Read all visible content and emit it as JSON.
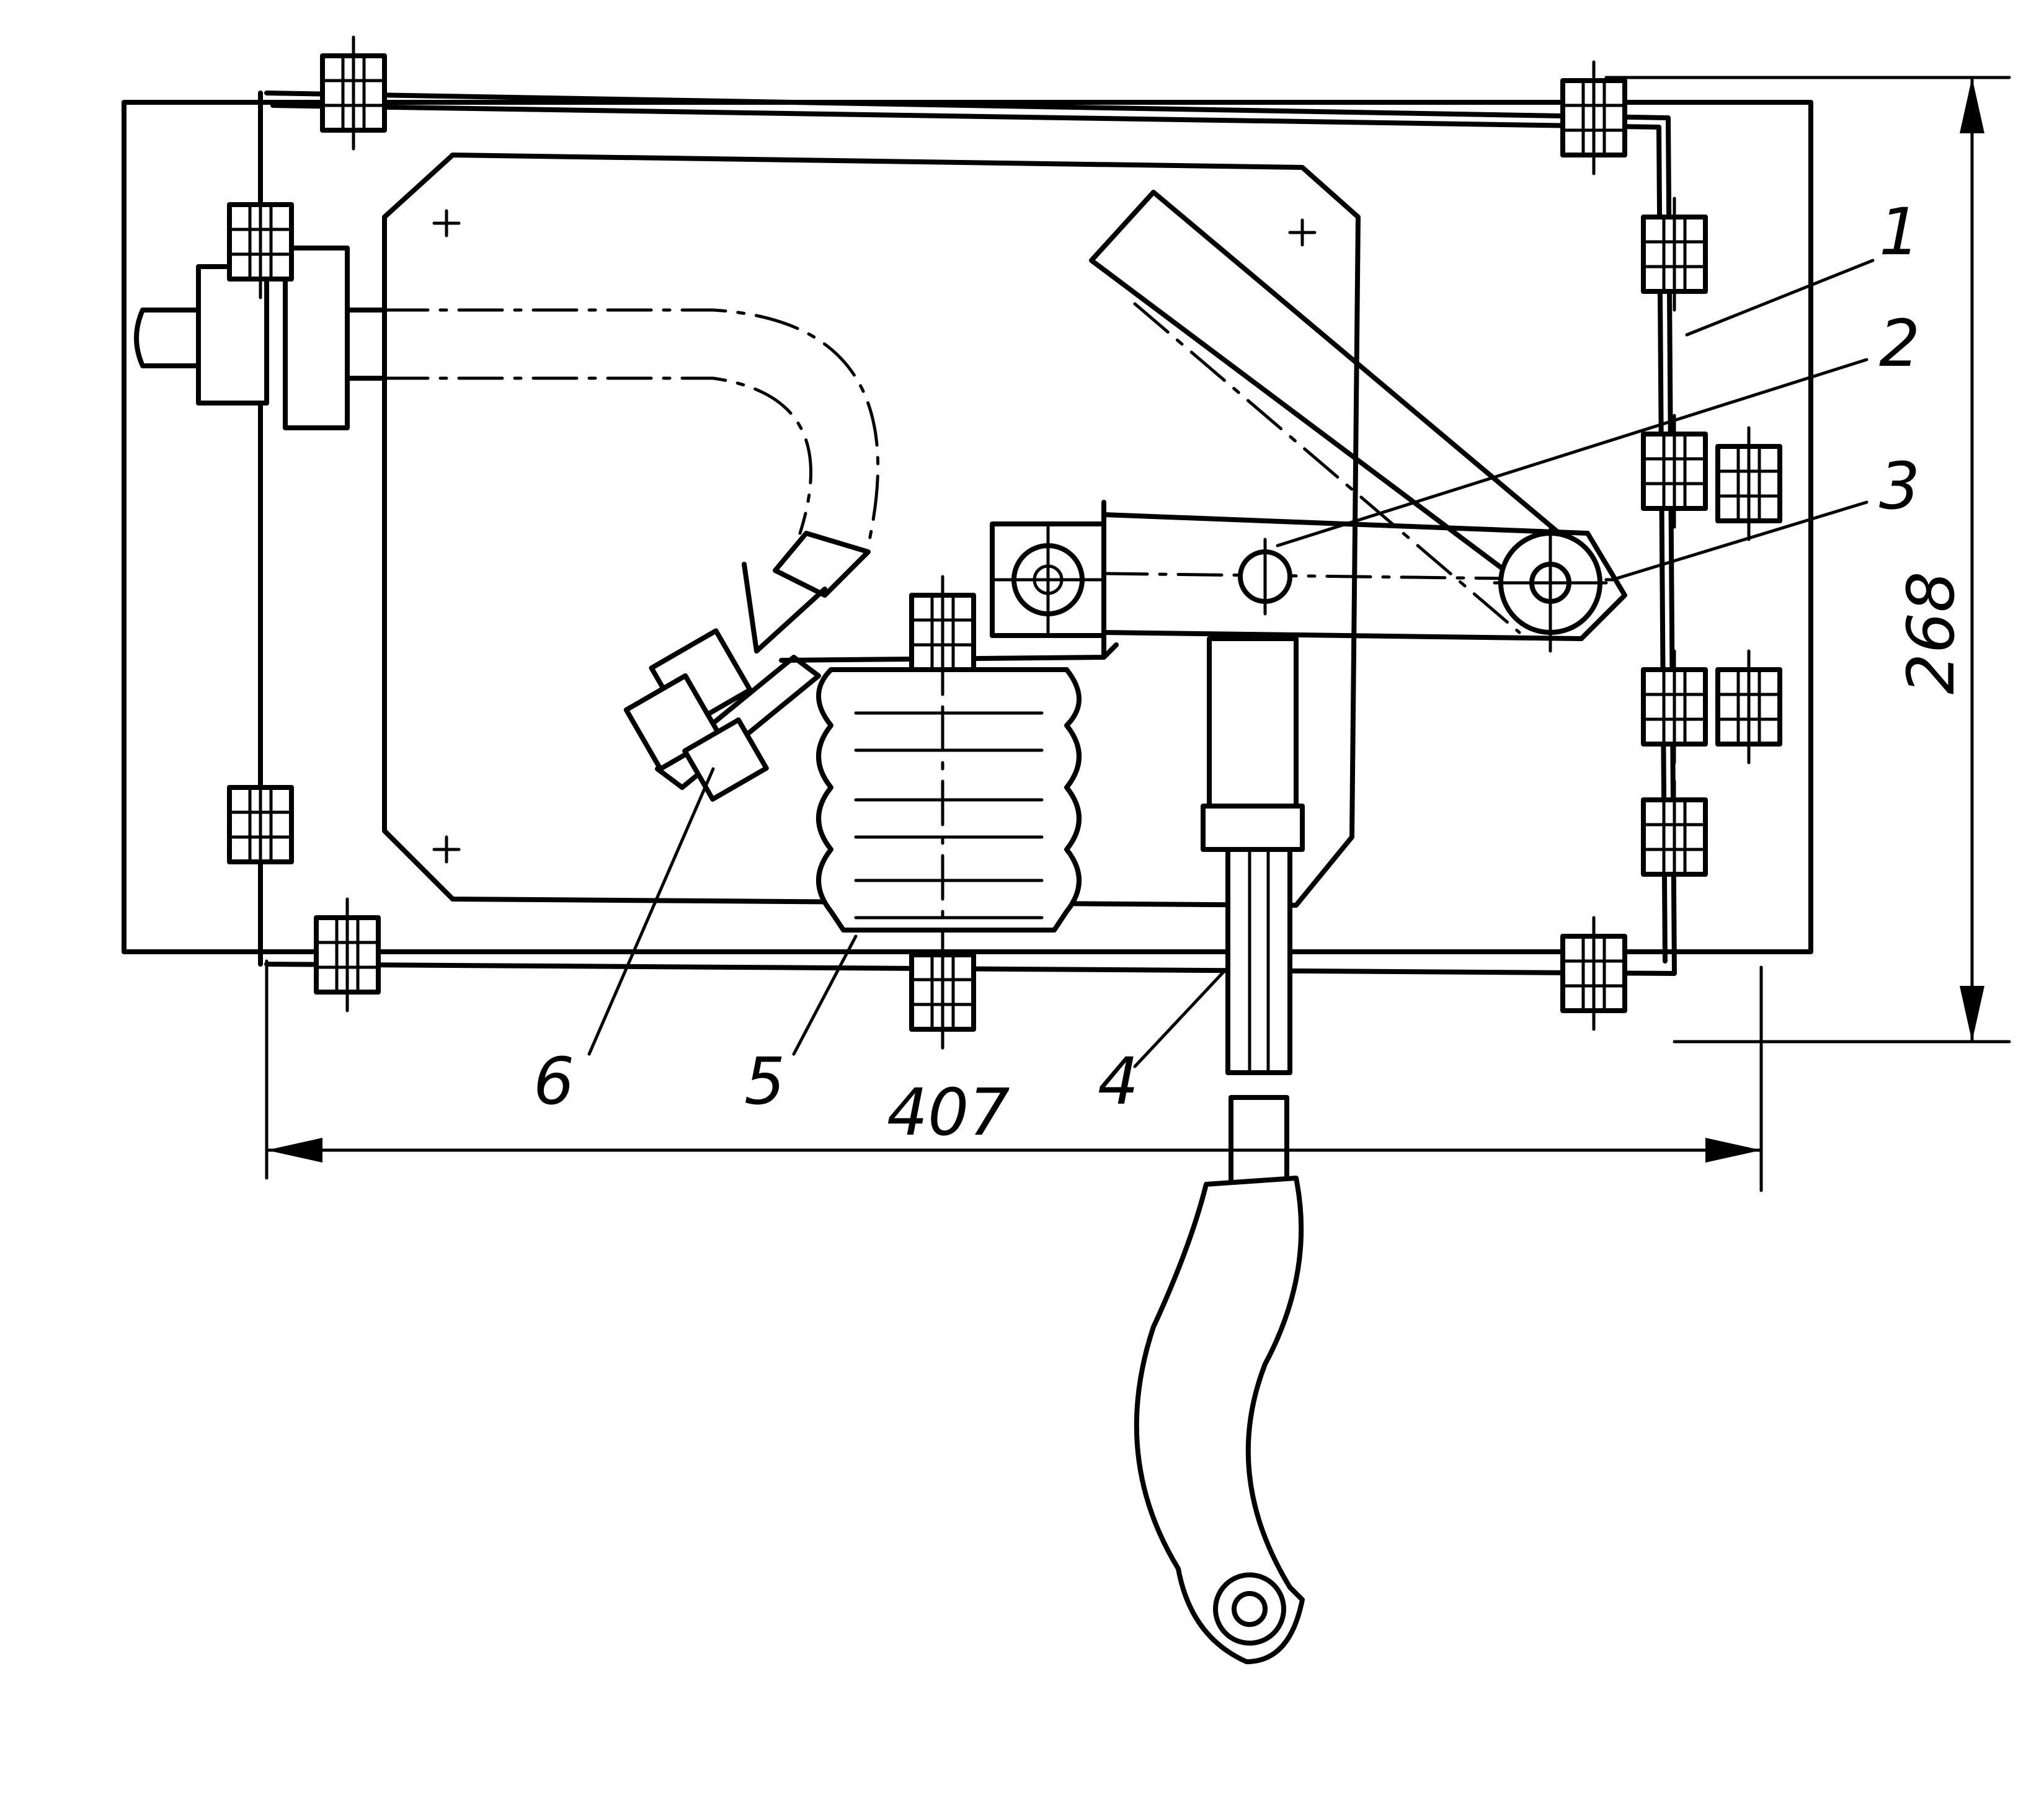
{
  "labels": {
    "part1": "1",
    "part2": "2",
    "part3": "3",
    "part4": "4",
    "part5": "5",
    "part6": "6"
  },
  "dimensions": {
    "width": "407",
    "height": "268"
  }
}
